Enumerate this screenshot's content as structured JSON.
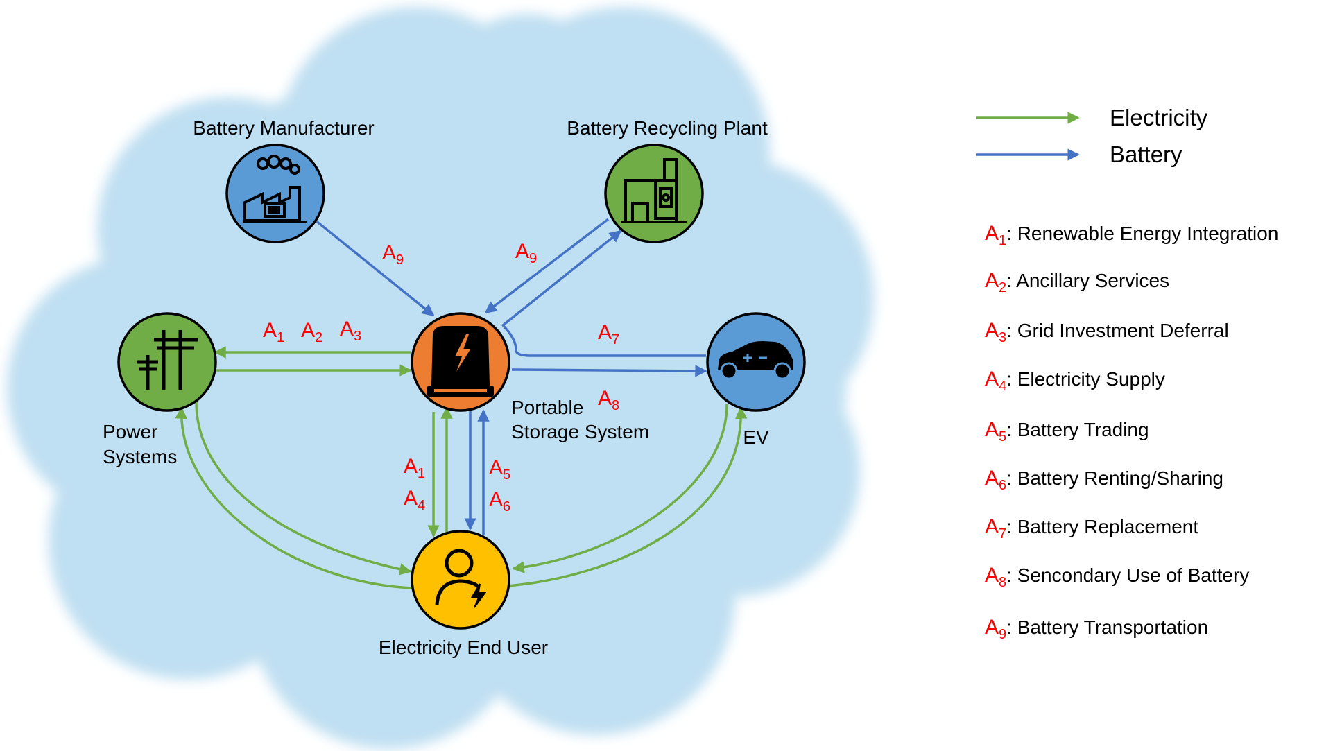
{
  "nodes": {
    "battery_manufacturer": {
      "label": "Battery Manufacturer",
      "color": "#5b9bd5",
      "icon": "factory-icon"
    },
    "battery_recycling_plant": {
      "label": "Battery Recycling Plant",
      "color": "#70ad47",
      "icon": "recycling-plant-icon"
    },
    "power_systems": {
      "label_line1": "Power",
      "label_line2": "Systems",
      "color": "#70ad47",
      "icon": "power-pole-icon"
    },
    "portable_storage": {
      "label_line1": "Portable",
      "label_line2": "Storage System",
      "color": "#ed7d31",
      "icon": "battery-bolt-icon"
    },
    "ev": {
      "label": "EV",
      "color": "#5b9bd5",
      "icon": "car-icon"
    },
    "end_user": {
      "label": "Electricity End User",
      "color": "#ffc000",
      "icon": "user-bolt-icon"
    }
  },
  "annotations": {
    "mfr_a9": {
      "base": "A",
      "sub": "9"
    },
    "rec_a9": {
      "base": "A",
      "sub": "9"
    },
    "ps_a1": {
      "base": "A",
      "sub": "1"
    },
    "ps_a2": {
      "base": "A",
      "sub": "2"
    },
    "ps_a3": {
      "base": "A",
      "sub": "3"
    },
    "ev_a7": {
      "base": "A",
      "sub": "7"
    },
    "ev_a8": {
      "base": "A",
      "sub": "8"
    },
    "user_a1": {
      "base": "A",
      "sub": "1"
    },
    "user_a4": {
      "base": "A",
      "sub": "4"
    },
    "user_a5": {
      "base": "A",
      "sub": "5"
    },
    "user_a6": {
      "base": "A",
      "sub": "6"
    }
  },
  "legend": {
    "electricity": {
      "label": "Electricity",
      "color": "#70ad47"
    },
    "battery": {
      "label": "Battery",
      "color": "#4472c4"
    },
    "items": [
      {
        "code": "A",
        "sub": "1",
        "text": ": Renewable Energy Integration"
      },
      {
        "code": "A",
        "sub": "2",
        "text": ": Ancillary Services"
      },
      {
        "code": "A",
        "sub": "3",
        "text": ": Grid Investment Deferral"
      },
      {
        "code": "A",
        "sub": "4",
        "text": ": Electricity Supply"
      },
      {
        "code": "A",
        "sub": "5",
        "text": ": Battery Trading"
      },
      {
        "code": "A",
        "sub": "6",
        "text": ": Battery Renting/Sharing"
      },
      {
        "code": "A",
        "sub": "7",
        "text": ": Battery Replacement"
      },
      {
        "code": "A",
        "sub": "8",
        "text": ": Sencondary Use of Battery"
      },
      {
        "code": "A",
        "sub": "9",
        "text": ": Battery Transportation"
      }
    ]
  },
  "colors": {
    "cloud": "#bfdff2",
    "annotation": "#ff0000"
  }
}
